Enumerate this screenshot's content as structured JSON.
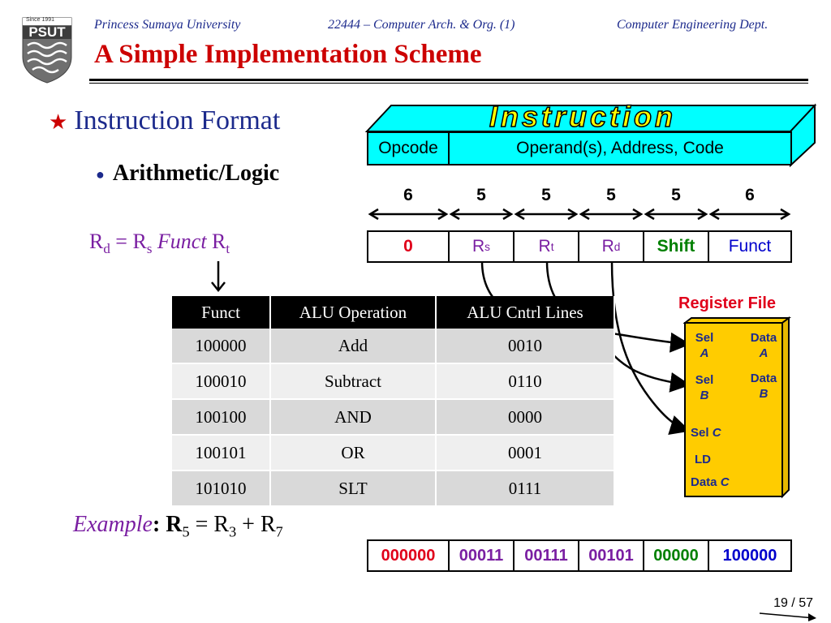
{
  "header": {
    "university": "Princess Sumaya University",
    "course": "22444 – Computer Arch. & Org. (1)",
    "dept": "Computer Engineering Dept.",
    "logo_small": "Since 1991",
    "logo_text": "PSUT"
  },
  "title": "A Simple Implementation Scheme",
  "bullets": {
    "level1": "Instruction Format",
    "level2": "Arithmetic/Logic"
  },
  "equation": {
    "rd": "R",
    "rd_sub": "d",
    "eq": " = R",
    "rs_sub": "s",
    "funct": " Funct ",
    "rt": "R",
    "rt_sub": "t"
  },
  "instruction_box": {
    "banner": "Instruction",
    "opcode": "Opcode",
    "operands": "Operand(s), Address, Code"
  },
  "bit_widths": [
    "6",
    "5",
    "5",
    "5",
    "5",
    "6"
  ],
  "fields": [
    {
      "label": "0",
      "sub": "",
      "color": "#e0001a"
    },
    {
      "label": "R",
      "sub": "s",
      "color": "#7a1fa2"
    },
    {
      "label": "R",
      "sub": "t",
      "color": "#7a1fa2"
    },
    {
      "label": "R",
      "sub": "d",
      "color": "#7a1fa2"
    },
    {
      "label": "Shift",
      "sub": "",
      "color": "#008000"
    },
    {
      "label": "Funct",
      "sub": "",
      "color": "#0000cc"
    }
  ],
  "table": {
    "headers": [
      "Funct",
      "ALU Operation",
      "ALU Cntrl Lines"
    ],
    "rows": [
      [
        "100000",
        "Add",
        "0010"
      ],
      [
        "100010",
        "Subtract",
        "0110"
      ],
      [
        "100100",
        "AND",
        "0000"
      ],
      [
        "100101",
        "OR",
        "0001"
      ],
      [
        "101010",
        "SLT",
        "0111"
      ]
    ]
  },
  "register_file": {
    "label": "Register File",
    "sel_a": "Sel",
    "sel_a_l": "A",
    "data_a": "Data",
    "data_a_l": "A",
    "sel_b": "Sel",
    "sel_b_l": "B",
    "data_b": "Data",
    "data_b_l": "B",
    "sel_c": "Sel",
    "sel_c_l": "C",
    "ld": "LD",
    "data_c": "Data",
    "data_c_l": "C"
  },
  "example": {
    "label": "Example",
    "text": ": R",
    "s1": "5",
    "t2": " = R",
    "s2": "3",
    "t3": " + R",
    "s3": "7"
  },
  "example_bits": [
    {
      "value": "000000",
      "color": "#e0001a"
    },
    {
      "value": "00011",
      "color": "#7a1fa2"
    },
    {
      "value": "00111",
      "color": "#7a1fa2"
    },
    {
      "value": "00101",
      "color": "#7a1fa2"
    },
    {
      "value": "00000",
      "color": "#008000"
    },
    {
      "value": "100000",
      "color": "#0000cc"
    }
  ],
  "page_number": "19 / 57",
  "colors": {
    "title": "#cc0000",
    "navy": "#1c2a8c",
    "purple": "#7a1fa2",
    "cyan": "#00ffff",
    "regfile": "#ffcc00"
  }
}
